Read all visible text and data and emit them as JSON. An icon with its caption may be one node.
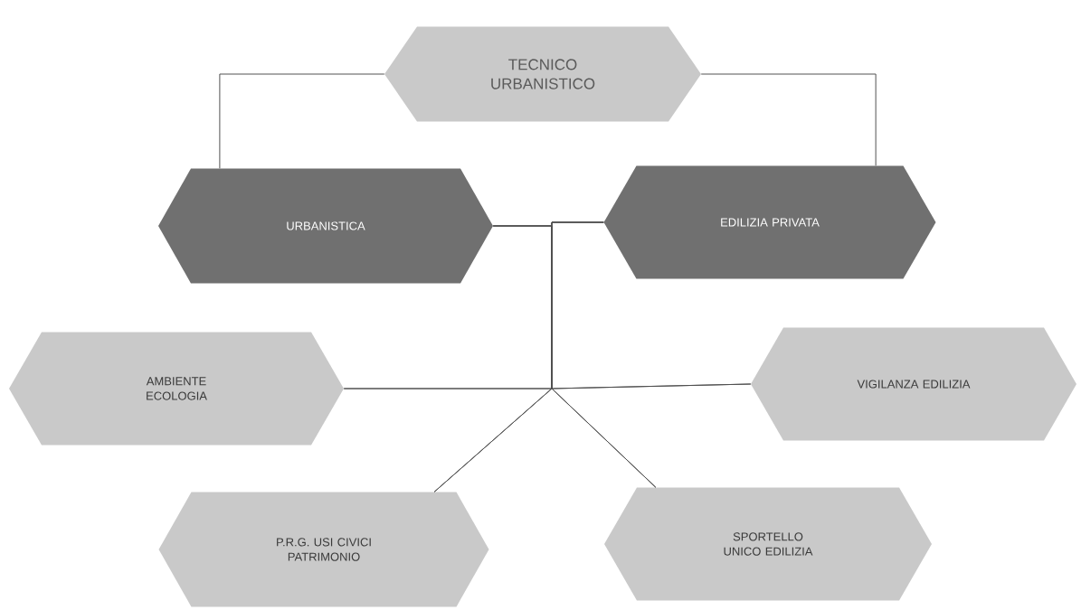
{
  "diagram": {
    "nodes": [
      {
        "text": [
          "TECNICO URBANISTICO"
        ]
      },
      {
        "text": [
          "URBANISTICA"
        ]
      },
      {
        "text": [
          "EDILIZIA PRIVATA"
        ]
      },
      {
        "text": [
          "AMBIENTE ECOLOGIA"
        ]
      },
      {
        "text": [
          "VIGILANZA EDILIZIA"
        ]
      },
      {
        "text": [
          "P.R.G. USI CIVICI PATRIMONIO"
        ]
      },
      {
        "text": [
          "SPORTELLO UNICO EDILIZIA"
        ]
      }
    ],
    "edges": [
      {
        "from": 0,
        "to": 1,
        "arrow": "none"
      },
      {
        "from": 0,
        "to": 2,
        "arrow": "none"
      },
      {
        "from": 1,
        "to": 3,
        "arrow": "none"
      },
      {
        "from": 1,
        "to": 4,
        "arrow": "none"
      },
      {
        "from": 1,
        "to": 5,
        "arrow": "none"
      },
      {
        "from": 1,
        "to": 6,
        "arrow": "none"
      },
      {
        "from": 2,
        "to": 3,
        "arrow": "none"
      },
      {
        "from": 2,
        "to": 4,
        "arrow": "none"
      },
      {
        "from": 2,
        "to": 5,
        "arrow": "none"
      },
      {
        "from": 2,
        "to": 6,
        "arrow": "none"
      }
    ]
  }
}
